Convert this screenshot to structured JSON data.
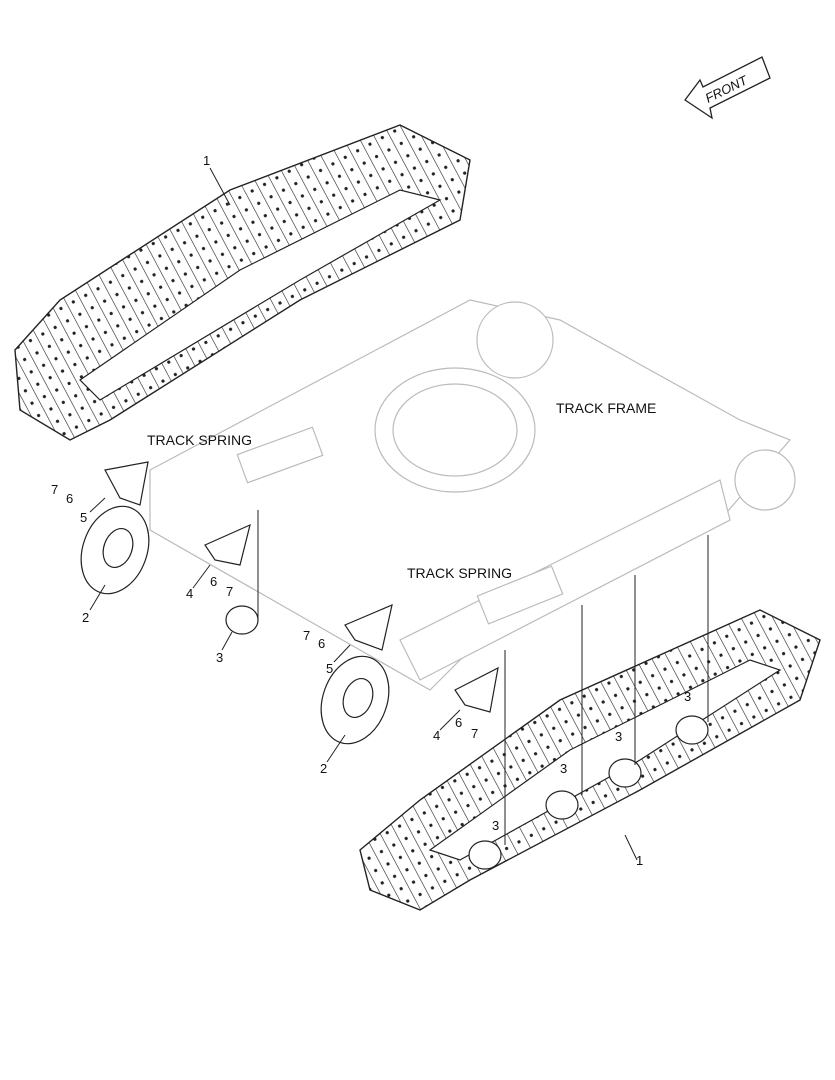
{
  "front_arrow": {
    "label": "FRONT"
  },
  "annotations": {
    "track_frame": "TRACK FRAME",
    "track_spring_left": "TRACK SPRING",
    "track_spring_right": "TRACK SPRING"
  },
  "callouts": {
    "track_top": "1",
    "track_bottom": "1",
    "idler_left": "2",
    "idler_right": "2",
    "roller_left": "3",
    "roller_r1": "3",
    "roller_r2": "3",
    "roller_r3": "3",
    "roller_r4": "3",
    "guard_left_4": "4",
    "guard_right_4": "4",
    "guard_left_5": "5",
    "guard_right_5": "5",
    "washer_a": "6",
    "washer_b": "6",
    "washer_c": "6",
    "washer_d": "6",
    "bolt_a": "7",
    "bolt_b": "7",
    "bolt_c": "7",
    "bolt_d": "7"
  }
}
